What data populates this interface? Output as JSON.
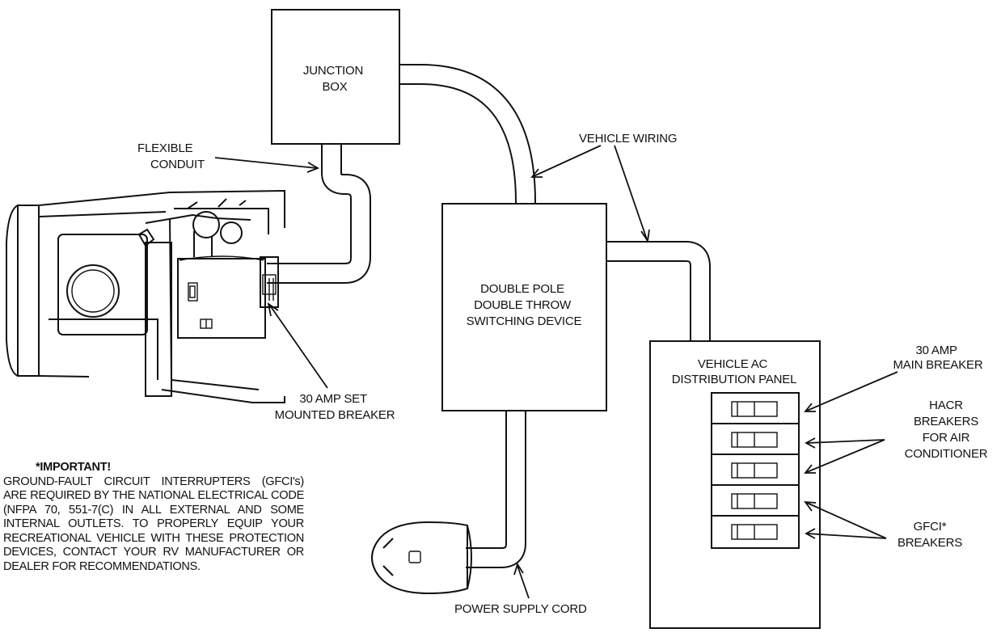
{
  "labels": {
    "junction_box": [
      "JUNCTION",
      "BOX"
    ],
    "flexible_conduit": [
      "FLEXIBLE",
      "CONDUIT"
    ],
    "vehicle_wiring": "VEHICLE WIRING",
    "switching_device": [
      "DOUBLE POLE",
      "DOUBLE THROW",
      "SWITCHING DEVICE"
    ],
    "distribution_panel": [
      "VEHICLE AC",
      "DISTRIBUTION PANEL"
    ],
    "main_breaker": [
      "30 AMP",
      "MAIN BREAKER"
    ],
    "hacr_breakers": [
      "HACR",
      "BREAKERS",
      "FOR AIR",
      "CONDITIONER"
    ],
    "gfci_breakers": [
      "GFCI*",
      "BREAKERS"
    ],
    "set_breaker": [
      "30 AMP SET",
      "MOUNTED BREAKER"
    ],
    "power_cord": "POWER SUPPLY CORD"
  },
  "note": {
    "title": "*IMPORTANT!",
    "body": "GROUND-FAULT CIRCUIT INTERRUPTERS (GFCI's) ARE REQUIRED BY THE NATIONAL ELECTRICAL CODE (NFPA 70, 551-7(C) IN ALL EXTERNAL AND SOME INTERNAL OUTLETS. TO PROPERLY EQUIP YOUR RECREATIONAL VEHICLE WITH THESE PROTECTION DEVICES, CONTACT YOUR RV MANUFACTURER OR DEALER FOR RECOMMENDATIONS."
  }
}
